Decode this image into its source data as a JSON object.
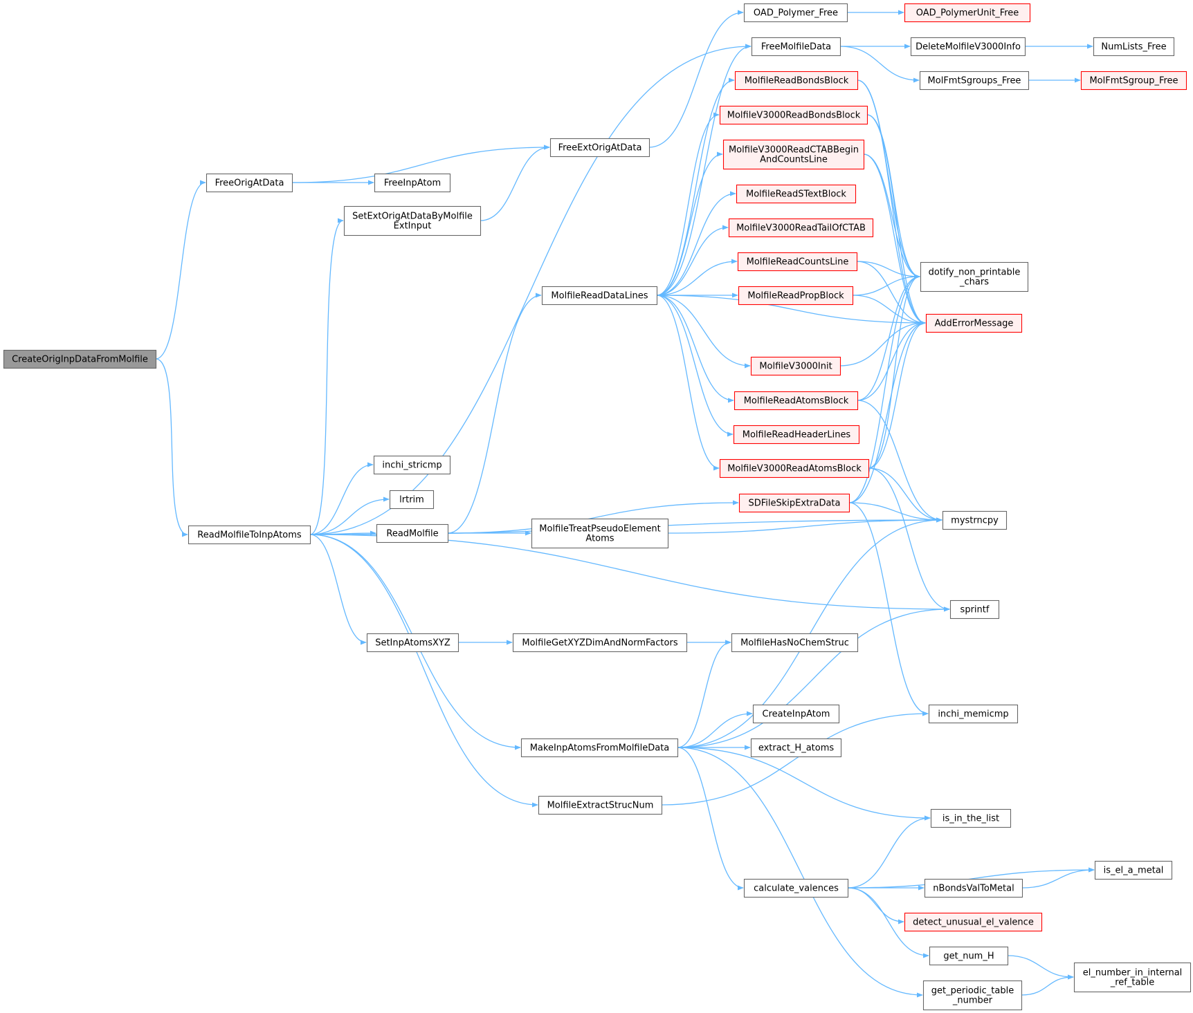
{
  "colors": {
    "edge": "#63b8ff",
    "normal_fill": "#ffffff",
    "normal_border": "#666666",
    "root_fill": "#999999",
    "root_border": "#666666",
    "truncated_fill": "#fff0f0",
    "truncated_border": "#ff0000"
  },
  "nodes": [
    {
      "id": "CreateOrigInpDataFromMolfile",
      "lines": [
        "CreateOrigInpDataFromMolfile"
      ],
      "style": "root"
    },
    {
      "id": "FreeOrigAtData",
      "lines": [
        "FreeOrigAtData"
      ],
      "style": "normal"
    },
    {
      "id": "ReadMolfileToInpAtoms",
      "lines": [
        "ReadMolfileToInpAtoms"
      ],
      "style": "normal"
    },
    {
      "id": "FreeExtOrigAtData",
      "lines": [
        "FreeExtOrigAtData"
      ],
      "style": "normal"
    },
    {
      "id": "FreeInpAtom",
      "lines": [
        "FreeInpAtom"
      ],
      "style": "normal"
    },
    {
      "id": "OAD_Polymer_Free",
      "lines": [
        "OAD_Polymer_Free"
      ],
      "style": "normal"
    },
    {
      "id": "OAD_PolymerUnit_Free",
      "lines": [
        "OAD_PolymerUnit_Free"
      ],
      "style": "truncated"
    },
    {
      "id": "FreeMolfileData",
      "lines": [
        "FreeMolfileData"
      ],
      "style": "normal"
    },
    {
      "id": "DeleteMolfileV3000Info",
      "lines": [
        "DeleteMolfileV3000Info"
      ],
      "style": "normal"
    },
    {
      "id": "NumLists_Free",
      "lines": [
        "NumLists_Free"
      ],
      "style": "normal"
    },
    {
      "id": "MolFmtSgroups_Free",
      "lines": [
        "MolFmtSgroups_Free"
      ],
      "style": "normal"
    },
    {
      "id": "MolFmtSgroup_Free",
      "lines": [
        "MolFmtSgroup_Free"
      ],
      "style": "truncated"
    },
    {
      "id": "SetExtOrigAtDataByMolfileExtInput",
      "lines": [
        "SetExtOrigAtDataByMolfile",
        "ExtInput"
      ],
      "style": "normal"
    },
    {
      "id": "MolfileReadBondsBlock",
      "lines": [
        "MolfileReadBondsBlock"
      ],
      "style": "truncated"
    },
    {
      "id": "MolfileV3000ReadBondsBlock",
      "lines": [
        "MolfileV3000ReadBondsBlock"
      ],
      "style": "truncated"
    },
    {
      "id": "MolfileV3000ReadCTABBeginAndCountsLine",
      "lines": [
        "MolfileV3000ReadCTABBegin",
        "AndCountsLine"
      ],
      "style": "truncated"
    },
    {
      "id": "MolfileReadSTextBlock",
      "lines": [
        "MolfileReadSTextBlock"
      ],
      "style": "truncated"
    },
    {
      "id": "MolfileV3000ReadTailOfCTAB",
      "lines": [
        "MolfileV3000ReadTailOfCTAB"
      ],
      "style": "truncated"
    },
    {
      "id": "MolfileReadCountsLine",
      "lines": [
        "MolfileReadCountsLine"
      ],
      "style": "truncated"
    },
    {
      "id": "MolfileReadPropBlock",
      "lines": [
        "MolfileReadPropBlock"
      ],
      "style": "truncated"
    },
    {
      "id": "MolfileV3000Init",
      "lines": [
        "MolfileV3000Init"
      ],
      "style": "truncated"
    },
    {
      "id": "MolfileReadAtomsBlock",
      "lines": [
        "MolfileReadAtomsBlock"
      ],
      "style": "truncated"
    },
    {
      "id": "MolfileReadHeaderLines",
      "lines": [
        "MolfileReadHeaderLines"
      ],
      "style": "truncated"
    },
    {
      "id": "MolfileV3000ReadAtomsBlock",
      "lines": [
        "MolfileV3000ReadAtomsBlock"
      ],
      "style": "truncated"
    },
    {
      "id": "SDFileSkipExtraData",
      "lines": [
        "SDFileSkipExtraData"
      ],
      "style": "truncated"
    },
    {
      "id": "dotify_non_printable_chars",
      "lines": [
        "dotify_non_printable",
        "_chars"
      ],
      "style": "normal"
    },
    {
      "id": "AddErrorMessage",
      "lines": [
        "AddErrorMessage"
      ],
      "style": "truncated"
    },
    {
      "id": "MolfileReadDataLines",
      "lines": [
        "MolfileReadDataLines"
      ],
      "style": "normal"
    },
    {
      "id": "inchi_stricmp",
      "lines": [
        "inchi_stricmp"
      ],
      "style": "normal"
    },
    {
      "id": "lrtrim",
      "lines": [
        "lrtrim"
      ],
      "style": "normal"
    },
    {
      "id": "ReadMolfile",
      "lines": [
        "ReadMolfile"
      ],
      "style": "normal"
    },
    {
      "id": "MolfileTreatPseudoElementAtoms",
      "lines": [
        "MolfileTreatPseudoElement",
        "Atoms"
      ],
      "style": "normal"
    },
    {
      "id": "mystrncpy",
      "lines": [
        "mystrncpy"
      ],
      "style": "normal"
    },
    {
      "id": "sprintf",
      "lines": [
        "sprintf"
      ],
      "style": "normal"
    },
    {
      "id": "SetInpAtomsXYZ",
      "lines": [
        "SetInpAtomsXYZ"
      ],
      "style": "normal"
    },
    {
      "id": "MolfileGetXYZDimAndNormFactors",
      "lines": [
        "MolfileGetXYZDimAndNormFactors"
      ],
      "style": "normal"
    },
    {
      "id": "MolfileHasNoChemStruc",
      "lines": [
        "MolfileHasNoChemStruc"
      ],
      "style": "normal"
    },
    {
      "id": "CreateInpAtom",
      "lines": [
        "CreateInpAtom"
      ],
      "style": "normal"
    },
    {
      "id": "inchi_memicmp",
      "lines": [
        "inchi_memicmp"
      ],
      "style": "normal"
    },
    {
      "id": "MakeInpAtomsFromMolfileData",
      "lines": [
        "MakeInpAtomsFromMolfileData"
      ],
      "style": "normal"
    },
    {
      "id": "extract_H_atoms",
      "lines": [
        "extract_H_atoms"
      ],
      "style": "normal"
    },
    {
      "id": "MolfileExtractStrucNum",
      "lines": [
        "MolfileExtractStrucNum"
      ],
      "style": "normal"
    },
    {
      "id": "is_in_the_list",
      "lines": [
        "is_in_the_list"
      ],
      "style": "normal"
    },
    {
      "id": "is_el_a_metal",
      "lines": [
        "is_el_a_metal"
      ],
      "style": "normal"
    },
    {
      "id": "calculate_valences",
      "lines": [
        "calculate_valences"
      ],
      "style": "normal"
    },
    {
      "id": "nBondsValToMetal",
      "lines": [
        "nBondsValToMetal"
      ],
      "style": "normal"
    },
    {
      "id": "detect_unusual_el_valence",
      "lines": [
        "detect_unusual_el_valence"
      ],
      "style": "truncated"
    },
    {
      "id": "get_num_H",
      "lines": [
        "get_num_H"
      ],
      "style": "normal"
    },
    {
      "id": "el_number_in_internal_ref_table",
      "lines": [
        "el_number_in_internal",
        "_ref_table"
      ],
      "style": "normal"
    },
    {
      "id": "get_periodic_table_number",
      "lines": [
        "get_periodic_table",
        "_number"
      ],
      "style": "normal"
    }
  ],
  "edges": [
    [
      "CreateOrigInpDataFromMolfile",
      "FreeOrigAtData"
    ],
    [
      "CreateOrigInpDataFromMolfile",
      "ReadMolfileToInpAtoms"
    ],
    [
      "FreeOrigAtData",
      "FreeExtOrigAtData"
    ],
    [
      "FreeOrigAtData",
      "FreeInpAtom"
    ],
    [
      "FreeExtOrigAtData",
      "OAD_Polymer_Free"
    ],
    [
      "OAD_Polymer_Free",
      "OAD_PolymerUnit_Free"
    ],
    [
      "FreeMolfileData",
      "DeleteMolfileV3000Info"
    ],
    [
      "FreeMolfileData",
      "MolFmtSgroups_Free"
    ],
    [
      "DeleteMolfileV3000Info",
      "NumLists_Free"
    ],
    [
      "MolFmtSgroups_Free",
      "MolFmtSgroup_Free"
    ],
    [
      "SetExtOrigAtDataByMolfileExtInput",
      "FreeExtOrigAtData"
    ],
    [
      "ReadMolfileToInpAtoms",
      "SetExtOrigAtDataByMolfileExtInput"
    ],
    [
      "ReadMolfileToInpAtoms",
      "FreeMolfileData"
    ],
    [
      "ReadMolfileToInpAtoms",
      "inchi_stricmp"
    ],
    [
      "ReadMolfileToInpAtoms",
      "lrtrim"
    ],
    [
      "ReadMolfileToInpAtoms",
      "ReadMolfile"
    ],
    [
      "ReadMolfileToInpAtoms",
      "mystrncpy"
    ],
    [
      "ReadMolfileToInpAtoms",
      "sprintf"
    ],
    [
      "ReadMolfileToInpAtoms",
      "SetInpAtomsXYZ"
    ],
    [
      "ReadMolfileToInpAtoms",
      "MakeInpAtomsFromMolfileData"
    ],
    [
      "ReadMolfileToInpAtoms",
      "MolfileExtractStrucNum"
    ],
    [
      "ReadMolfile",
      "MolfileReadDataLines"
    ],
    [
      "ReadMolfile",
      "SDFileSkipExtraData"
    ],
    [
      "ReadMolfile",
      "MolfileTreatPseudoElementAtoms"
    ],
    [
      "MolfileReadDataLines",
      "FreeMolfileData"
    ],
    [
      "MolfileReadDataLines",
      "MolfileReadBondsBlock"
    ],
    [
      "MolfileReadDataLines",
      "MolfileV3000ReadBondsBlock"
    ],
    [
      "MolfileReadDataLines",
      "MolfileV3000ReadCTABBeginAndCountsLine"
    ],
    [
      "MolfileReadDataLines",
      "MolfileReadSTextBlock"
    ],
    [
      "MolfileReadDataLines",
      "MolfileV3000ReadTailOfCTAB"
    ],
    [
      "MolfileReadDataLines",
      "MolfileReadCountsLine"
    ],
    [
      "MolfileReadDataLines",
      "MolfileReadPropBlock"
    ],
    [
      "MolfileReadDataLines",
      "AddErrorMessage"
    ],
    [
      "MolfileReadDataLines",
      "MolfileV3000Init"
    ],
    [
      "MolfileReadDataLines",
      "MolfileReadAtomsBlock"
    ],
    [
      "MolfileReadDataLines",
      "MolfileReadHeaderLines"
    ],
    [
      "MolfileReadDataLines",
      "MolfileV3000ReadAtomsBlock"
    ],
    [
      "MolfileReadBondsBlock",
      "dotify_non_printable_chars"
    ],
    [
      "MolfileReadBondsBlock",
      "AddErrorMessage"
    ],
    [
      "MolfileV3000ReadBondsBlock",
      "dotify_non_printable_chars"
    ],
    [
      "MolfileV3000ReadBondsBlock",
      "AddErrorMessage"
    ],
    [
      "MolfileV3000ReadCTABBeginAndCountsLine",
      "dotify_non_printable_chars"
    ],
    [
      "MolfileV3000ReadCTABBeginAndCountsLine",
      "AddErrorMessage"
    ],
    [
      "MolfileReadCountsLine",
      "dotify_non_printable_chars"
    ],
    [
      "MolfileReadCountsLine",
      "AddErrorMessage"
    ],
    [
      "MolfileReadPropBlock",
      "dotify_non_printable_chars"
    ],
    [
      "MolfileReadPropBlock",
      "AddErrorMessage"
    ],
    [
      "MolfileV3000Init",
      "AddErrorMessage"
    ],
    [
      "MolfileReadAtomsBlock",
      "dotify_non_printable_chars"
    ],
    [
      "MolfileReadAtomsBlock",
      "AddErrorMessage"
    ],
    [
      "MolfileReadAtomsBlock",
      "mystrncpy"
    ],
    [
      "MolfileV3000ReadAtomsBlock",
      "dotify_non_printable_chars"
    ],
    [
      "MolfileV3000ReadAtomsBlock",
      "AddErrorMessage"
    ],
    [
      "MolfileV3000ReadAtomsBlock",
      "mystrncpy"
    ],
    [
      "MolfileV3000ReadAtomsBlock",
      "sprintf"
    ],
    [
      "SDFileSkipExtraData",
      "dotify_non_printable_chars"
    ],
    [
      "SDFileSkipExtraData",
      "AddErrorMessage"
    ],
    [
      "SDFileSkipExtraData",
      "mystrncpy"
    ],
    [
      "SDFileSkipExtraData",
      "inchi_memicmp"
    ],
    [
      "MolfileTreatPseudoElementAtoms",
      "mystrncpy"
    ],
    [
      "SetInpAtomsXYZ",
      "MolfileGetXYZDimAndNormFactors"
    ],
    [
      "MolfileGetXYZDimAndNormFactors",
      "MolfileHasNoChemStruc"
    ],
    [
      "MakeInpAtomsFromMolfileData",
      "MolfileHasNoChemStruc"
    ],
    [
      "MakeInpAtomsFromMolfileData",
      "mystrncpy"
    ],
    [
      "MakeInpAtomsFromMolfileData",
      "CreateInpAtom"
    ],
    [
      "MakeInpAtomsFromMolfileData",
      "extract_H_atoms"
    ],
    [
      "MakeInpAtomsFromMolfileData",
      "sprintf"
    ],
    [
      "MakeInpAtomsFromMolfileData",
      "is_in_the_list"
    ],
    [
      "MakeInpAtomsFromMolfileData",
      "calculate_valences"
    ],
    [
      "MakeInpAtomsFromMolfileData",
      "get_periodic_table_number"
    ],
    [
      "MolfileExtractStrucNum",
      "inchi_memicmp"
    ],
    [
      "calculate_valences",
      "is_in_the_list"
    ],
    [
      "calculate_valences",
      "is_el_a_metal"
    ],
    [
      "calculate_valences",
      "nBondsValToMetal"
    ],
    [
      "calculate_valences",
      "detect_unusual_el_valence"
    ],
    [
      "calculate_valences",
      "get_num_H"
    ],
    [
      "nBondsValToMetal",
      "is_el_a_metal"
    ],
    [
      "get_num_H",
      "el_number_in_internal_ref_table"
    ],
    [
      "get_periodic_table_number",
      "el_number_in_internal_ref_table"
    ]
  ]
}
